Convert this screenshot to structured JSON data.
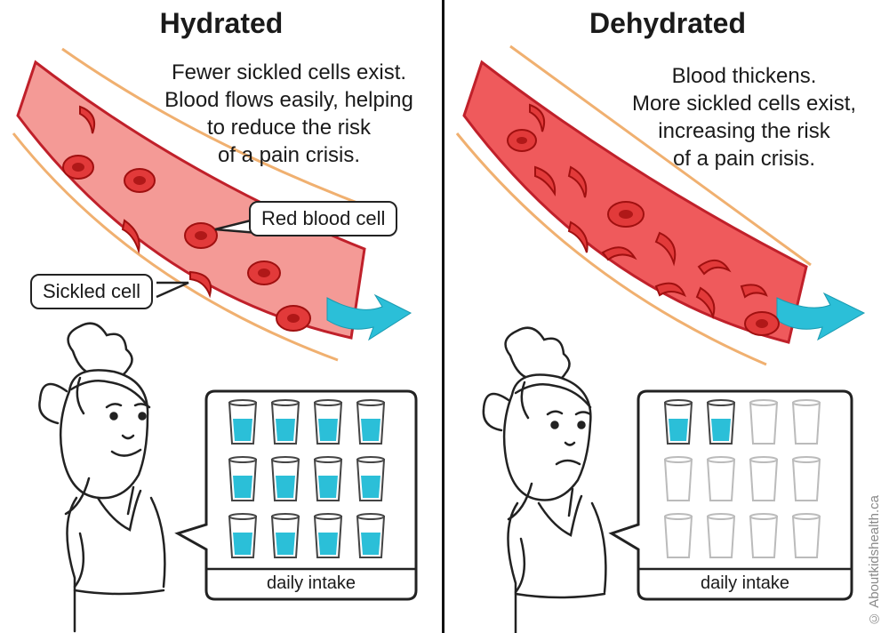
{
  "hydrated": {
    "title": "Hydrated",
    "description_lines": [
      "Fewer sickled cells exist.",
      "Blood flows easily, helping",
      "to reduce the risk",
      "of a pain crisis."
    ],
    "callout_red_cell": "Red blood cell",
    "callout_sickled_cell": "Sickled cell",
    "intake_label": "daily intake",
    "glasses_full": 12,
    "glasses_total": 12,
    "blood_color": "#f49a96",
    "expression": "smiling"
  },
  "dehydrated": {
    "title": "Dehydrated",
    "description_lines": [
      "Blood thickens.",
      "More sickled cells exist,",
      "increasing the risk",
      "of a pain crisis."
    ],
    "intake_label": "daily intake",
    "glasses_full": 2,
    "glasses_total": 12,
    "blood_color": "#ef5a5c",
    "expression": "sad"
  },
  "copyright": "© Aboutkidshealth.ca",
  "colors": {
    "cell": "#e23a3a",
    "cell_outline": "#a01010",
    "vessel_wall": "#c0202a",
    "outer_line": "#f0b070",
    "flow_arrow": "#2bbfd8",
    "water": "#2bbfd8",
    "glass_outline": "#444444",
    "empty_glass_outline": "#bbbbbb"
  },
  "icons": [
    "flow-arrow-icon",
    "water-glass-icon",
    "girl-illustration"
  ]
}
